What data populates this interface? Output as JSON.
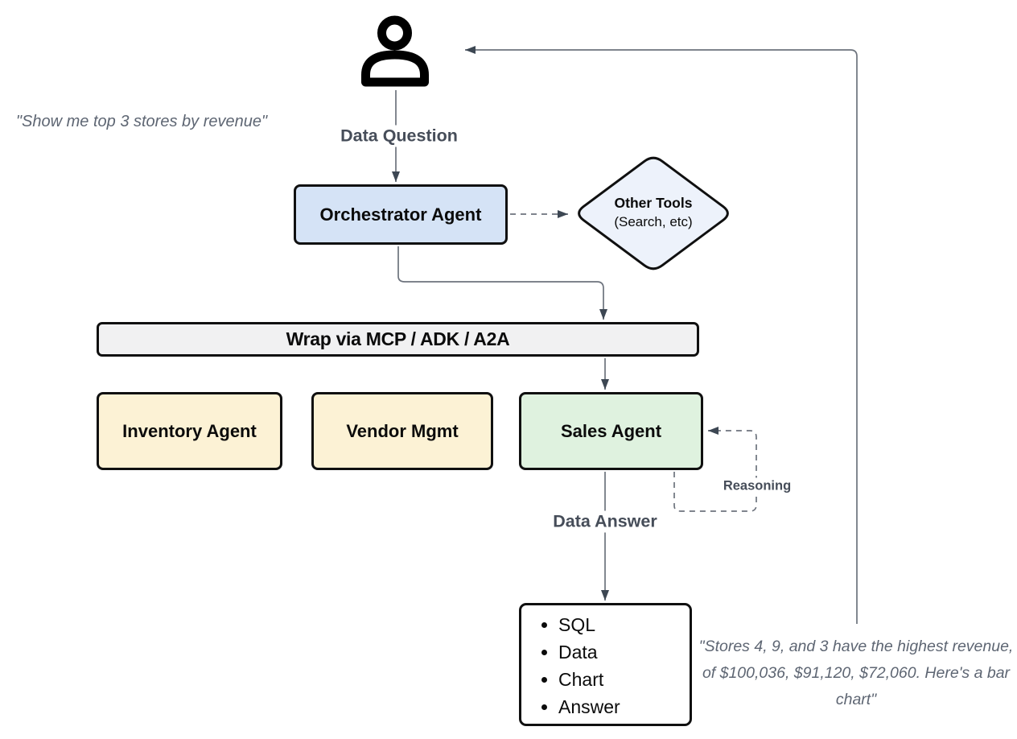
{
  "colors": {
    "orchestrator_fill": "#d5e3f6",
    "other_tools_fill": "#edf2fb",
    "wrap_bar_fill": "#f1f1f2",
    "inventory_fill": "#fcf2d5",
    "vendor_fill": "#fcf2d5",
    "sales_fill": "#dff2df",
    "output_fill": "#ffffff",
    "node_border": "#101010",
    "connector": "#6d737d",
    "arrowhead": "#3d4753",
    "label_text": "#464d59",
    "quote_text": "#5e6673"
  },
  "user_flow": {
    "question_quote": "\"Show me top 3 stores by revenue\"",
    "question_label": "Data Question",
    "answer_label": "Data Answer",
    "answer_quote": "\"Stores 4, 9, and 3 have the highest revenue, of $100,036, $91,120, $72,060. Here's a bar chart\""
  },
  "nodes": {
    "orchestrator": {
      "label": "Orchestrator Agent"
    },
    "other_tools": {
      "title": "Other Tools",
      "subtitle": "(Search, etc)"
    },
    "wrap_bar": {
      "label": "Wrap via MCP / ADK / A2A"
    },
    "inventory": {
      "label": "Inventory Agent"
    },
    "vendor": {
      "label": "Vendor Mgmt"
    },
    "sales": {
      "label": "Sales Agent"
    },
    "reasoning_label": "Reasoning"
  },
  "output": {
    "items": [
      "SQL",
      "Data",
      "Chart",
      "Answer"
    ]
  }
}
